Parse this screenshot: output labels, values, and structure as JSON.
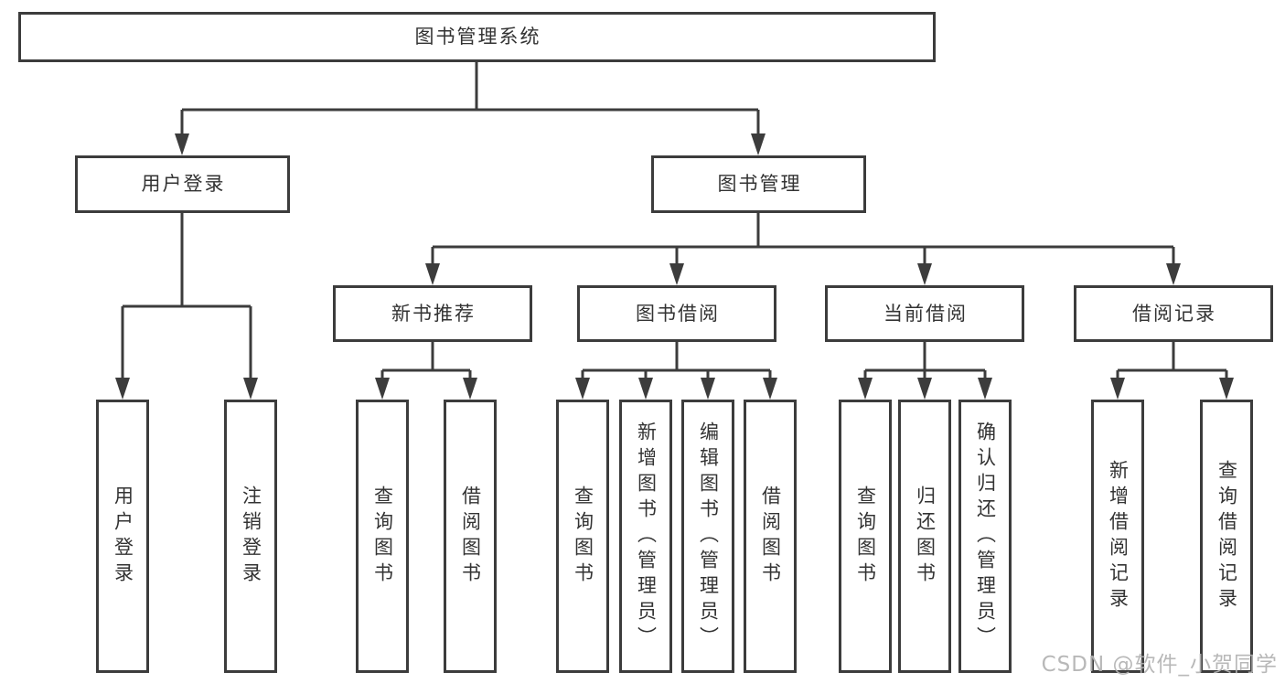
{
  "tree": {
    "root": {
      "label": "图书管理系统"
    },
    "level2": [
      {
        "label": "用户登录"
      },
      {
        "label": "图书管理"
      }
    ],
    "level3": [
      {
        "label": "新书推荐"
      },
      {
        "label": "图书借阅"
      },
      {
        "label": "当前借阅"
      },
      {
        "label": "借阅记录"
      }
    ],
    "leaves": [
      {
        "label": "用户登录"
      },
      {
        "label": "注销登录"
      },
      {
        "label": "查询图书"
      },
      {
        "label": "借阅图书"
      },
      {
        "label": "查询图书"
      },
      {
        "label": "新增图书（管理员）"
      },
      {
        "label": "编辑图书（管理员）"
      },
      {
        "label": "借阅图书"
      },
      {
        "label": "查询图书"
      },
      {
        "label": "归还图书"
      },
      {
        "label": "确认归还（管理员）"
      },
      {
        "label": "新增借阅记录"
      },
      {
        "label": "查询借阅记录"
      }
    ]
  },
  "watermark": {
    "text": "CSDN @软件_小贺同学"
  },
  "colors": {
    "line": "#3c3c3c",
    "border": "#3c3c3c",
    "text": "#333333",
    "watermark": "#b2b2b2",
    "background": "#ffffff"
  }
}
